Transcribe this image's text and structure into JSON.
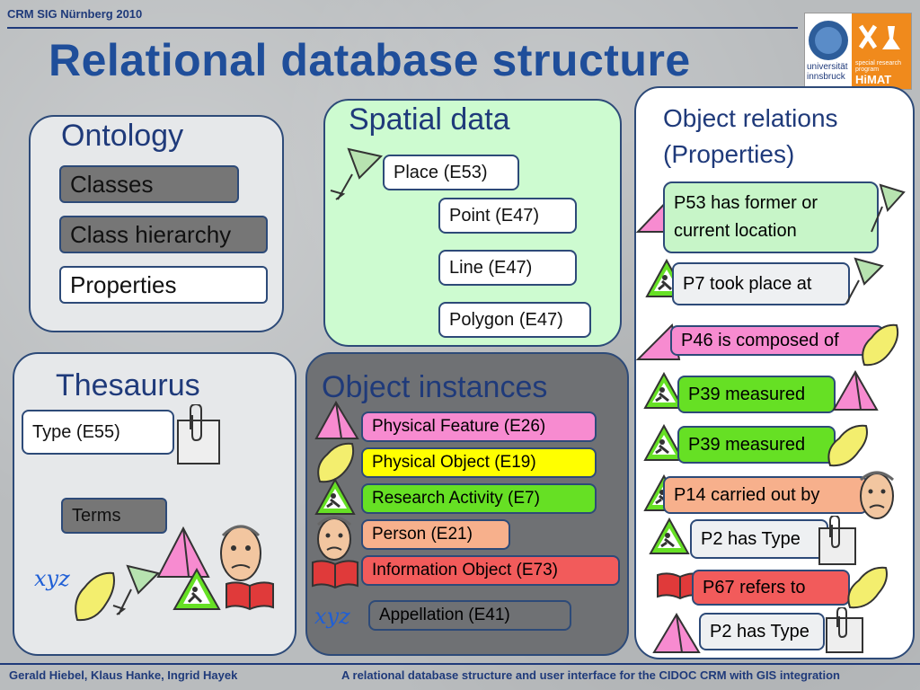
{
  "header": {
    "conference": "CRM SIG Nürnberg 2010",
    "title": "Relational database structure",
    "logo": {
      "line1": "universität",
      "line2": "innsbruck",
      "line3": "special research program",
      "line4": "HiMAT"
    }
  },
  "ontology": {
    "title": "Ontology",
    "items": [
      "Classes",
      "Class hierarchy",
      "Properties"
    ]
  },
  "thesaurus": {
    "title": "Thesaurus",
    "type_label": "Type (E55)",
    "terms_label": "Terms",
    "xyz": "xyz"
  },
  "spatial": {
    "title": "Spatial data",
    "place": "Place (E53)",
    "point": "Point (E47)",
    "line": "Line (E47)",
    "polygon": "Polygon (E47)"
  },
  "instances": {
    "title": "Object instances",
    "items": [
      "Physical Feature (E26)",
      "Physical Object (E19)",
      "Research Activity (E7)",
      "Person (E21)",
      "Information Object (E73)",
      "Appellation (E41)"
    ],
    "xyz": "xyz"
  },
  "relations": {
    "title_line1": "Object relations",
    "title_line2": "(Properties)",
    "items": [
      "P53 has former or current location",
      "P7 took place at",
      "P46 is composed of",
      "P39 measured",
      "P39 measured",
      "P14 carried out by",
      "P2 has Type",
      "P67 refers to",
      "P2 has Type"
    ]
  },
  "footer": {
    "authors": "Gerald Hiebel, Klaus Hanke, Ingrid Hayek",
    "paper": "A relational database structure and user interface for the CIDOC CRM with GIS integration"
  },
  "colors": {
    "green": "#66e024",
    "pink": "#f78bd0",
    "yellow": "#ffff00",
    "salmon": "#f7b08c",
    "red": "#f25b5b",
    "blue": "#3c7bd6",
    "title": "#1f4e9a"
  },
  "icons": [
    "pyramid-icon",
    "potato-icon",
    "construction-sign-icon",
    "face-icon",
    "book-icon",
    "paperclip-note-icon",
    "himat-flag-icon"
  ]
}
